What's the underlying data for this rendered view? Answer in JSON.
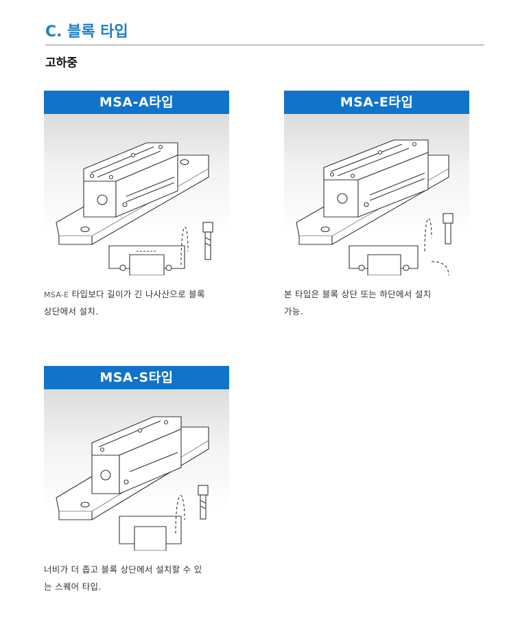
{
  "header": {
    "section_title": "C. 블록 타입",
    "subtitle": "고하중"
  },
  "cards": [
    {
      "title": "MSA-A타입",
      "desc_prefix": "MSA-E",
      "desc_line1": " 타입보다 길이가 긴 나사산으로 블록",
      "desc_line2": "상단에서 설치."
    },
    {
      "title": "MSA-E타입",
      "desc_prefix": "",
      "desc_line1": "본 타입은 블록 상단 또는 하단에서 설치",
      "desc_line2": "가능."
    },
    {
      "title": "MSA-S타입",
      "desc_prefix": "",
      "desc_line1": "너비가 더 좁고 블록 상단에서 설치할 수 있",
      "desc_line2": "는 스퀘어 타입."
    }
  ],
  "colors": {
    "title_blue": "#1c7fc9",
    "header_bar": "#1173c9"
  }
}
